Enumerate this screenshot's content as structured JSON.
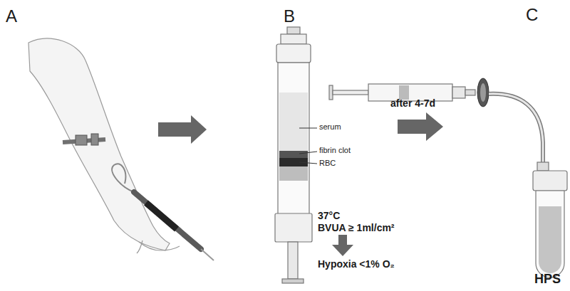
{
  "diagram": {
    "labels": [
      "A",
      "B",
      "C",
      "serum",
      "fibrin clot",
      "RBC",
      "37°C",
      "BVUA ≥ 1ml/cm²",
      "Hypoxia <1% O₂",
      "after 4-7d",
      "HPS"
    ]
  }
}
